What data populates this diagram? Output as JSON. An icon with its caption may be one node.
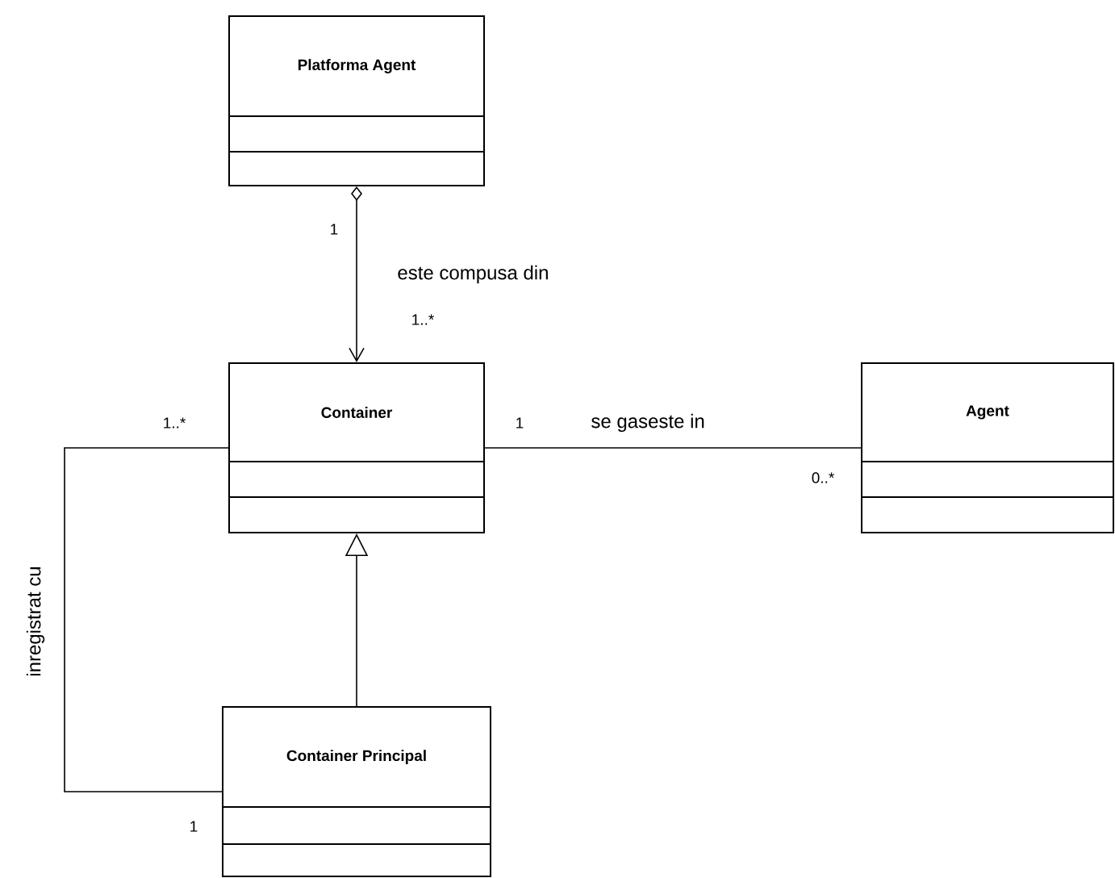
{
  "diagram": {
    "nodes": [
      {
        "text": [
          "Platforma Agent"
        ]
      },
      {
        "text": [
          "Container"
        ]
      },
      {
        "text": [
          "Agent"
        ]
      },
      {
        "text": [
          "Container Principal"
        ]
      }
    ],
    "edges": [
      {
        "from": 0,
        "to": 1,
        "arrow": "to",
        "label": "este compusa din"
      },
      {
        "from": 1,
        "to": 2,
        "arrow": "none",
        "label": "se gaseste in"
      },
      {
        "from": 3,
        "to": 1,
        "arrow": "to"
      },
      {
        "from": 1,
        "to": 3,
        "arrow": "none",
        "label": "inregistrat cu"
      }
    ],
    "labels": [
      "1",
      "1..*",
      "1..*",
      "1",
      "0..*",
      "1"
    ]
  }
}
